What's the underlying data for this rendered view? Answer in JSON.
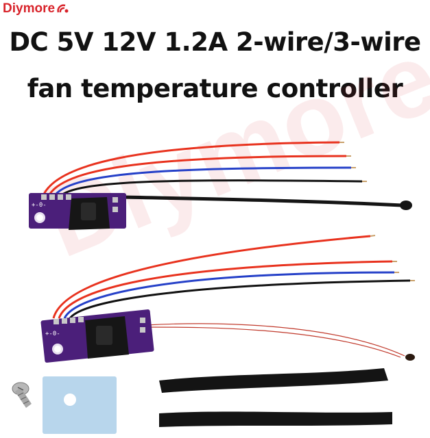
{
  "brand": {
    "logo_text": "Diymore",
    "watermark_text": "Diymore",
    "accent": "#d8232a"
  },
  "title": {
    "line1": "DC 5V 12V 1.2A 2-wire/3-wire",
    "line2": "fan temperature controller"
  },
  "board_labels": {
    "terminals": "+-0-"
  },
  "colors": {
    "board": "#4b1f7a",
    "wire_red": "#e8321e",
    "wire_blue": "#2540c8",
    "wire_black": "#111111",
    "pad": "#4a8a9a"
  }
}
